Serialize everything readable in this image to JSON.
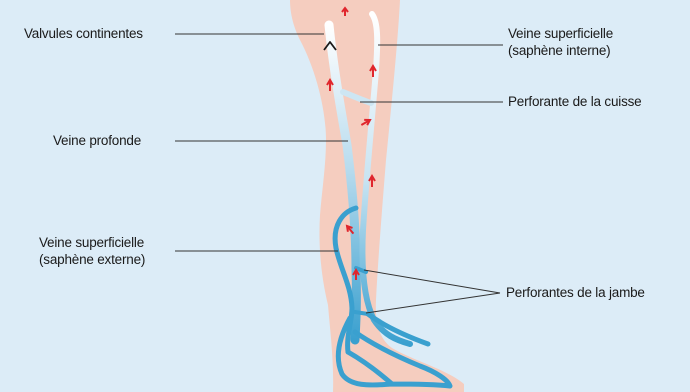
{
  "labels": {
    "valves": "Valvules continentes",
    "deep_vein": "Veine profonde",
    "superficial_external_line1": "Veine superficielle",
    "superficial_external_line2": "(saphène externe)",
    "superficial_internal_line1": "Veine superficielle",
    "superficial_internal_line2": "(saphène interne)",
    "thigh_perforator": "Perforante de la cuisse",
    "leg_perforators": "Perforantes de la jambe"
  },
  "colors": {
    "background": "#dcecf7",
    "skin": "#f5cdbf",
    "vein": "#3aa0cf",
    "arrow": "#e0262d",
    "leader_line": "#333333"
  },
  "icons": [
    "flow-arrow-icon",
    "valve-icon"
  ]
}
